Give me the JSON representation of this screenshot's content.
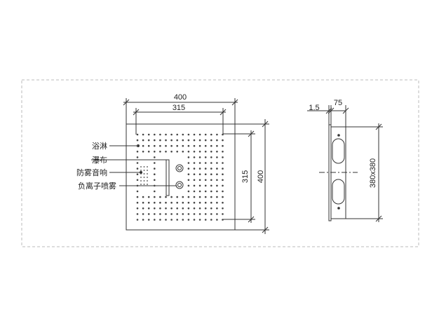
{
  "front_view": {
    "dim_outer_width": "400",
    "dim_inner_width": "315",
    "dim_inner_height": "315",
    "dim_outer_height": "400",
    "labels": {
      "rain": "浴淋",
      "waterfall": "瀑布",
      "mist_audio": "防雾音响",
      "anion_spray": "负离子喷雾"
    }
  },
  "side_view": {
    "dim_thickness": "1.5",
    "dim_depth": "75",
    "dim_size": "380x380"
  },
  "colors": {
    "line": "#333333",
    "border_dash": "#bbbbbb",
    "background": "#ffffff"
  }
}
